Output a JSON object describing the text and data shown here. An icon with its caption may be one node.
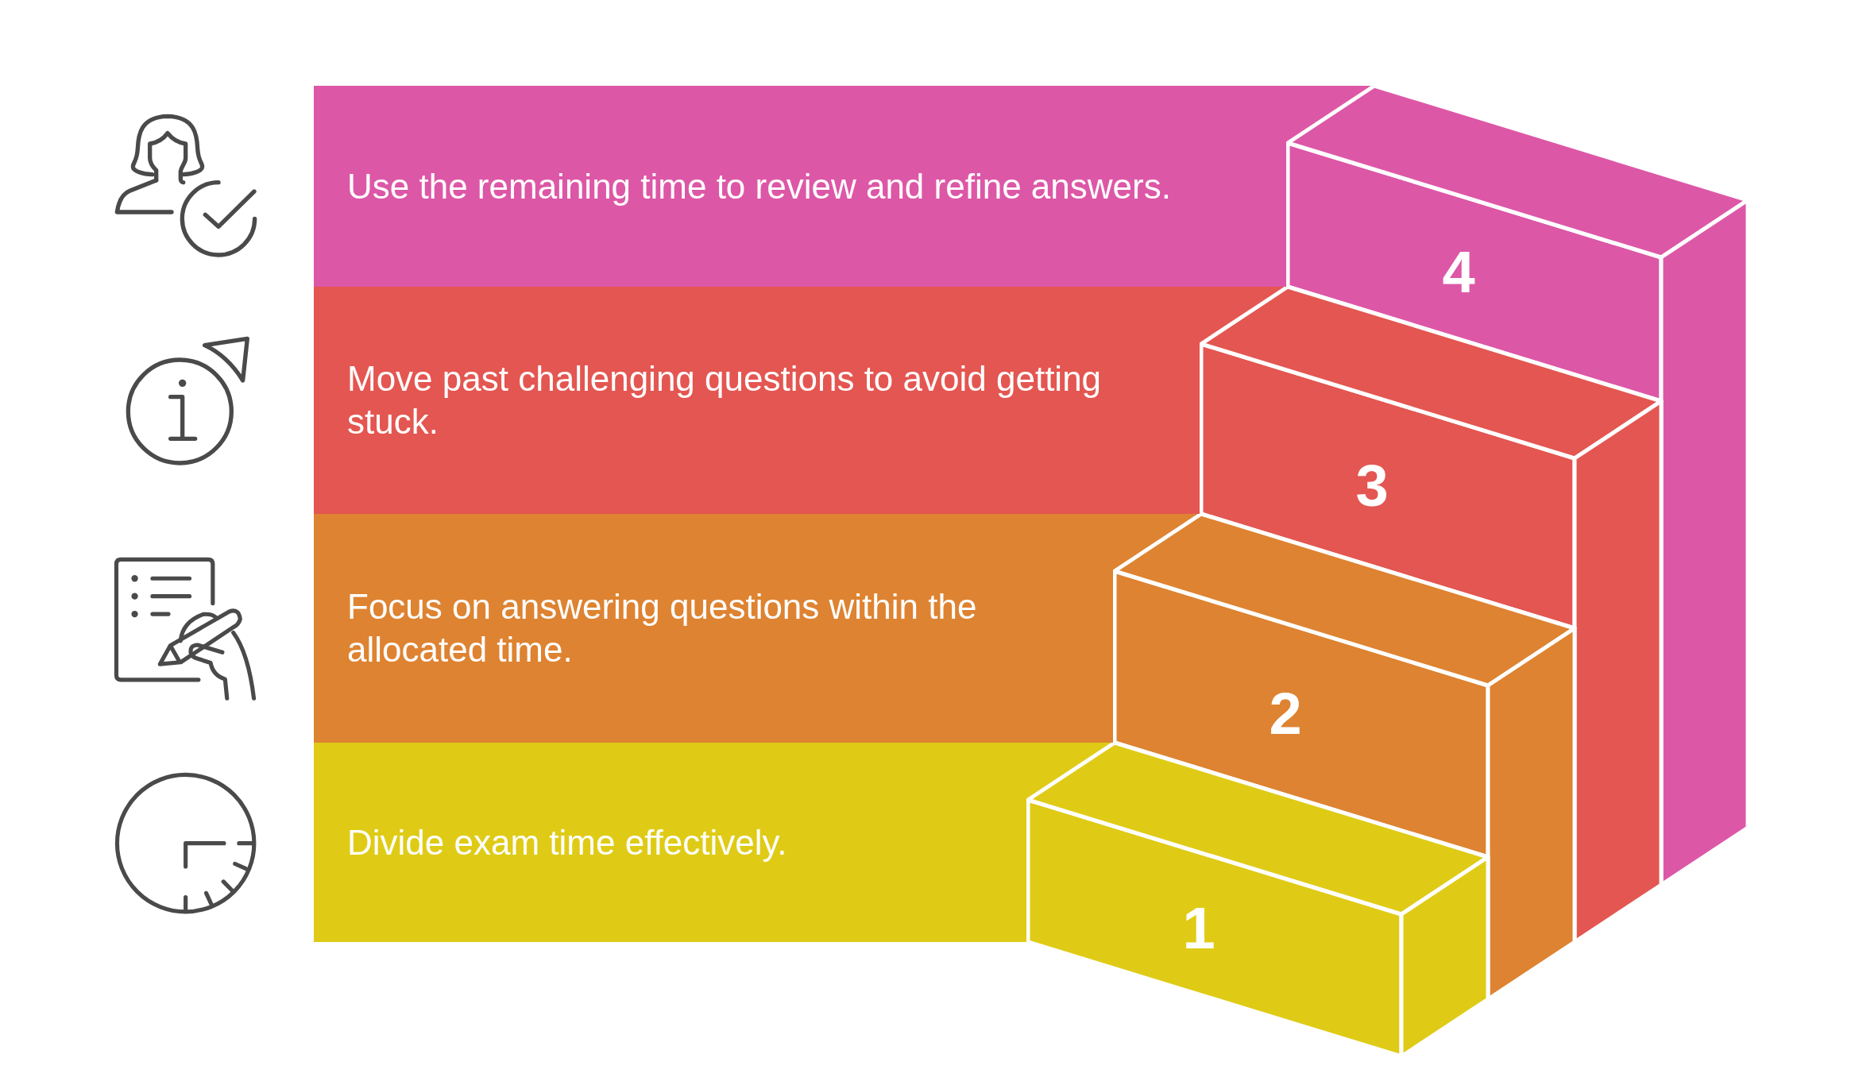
{
  "diagram": {
    "nodes": [
      {
        "text": [
          "Use the remaining time to review and refine answers."
        ]
      },
      {
        "text": [
          "4"
        ]
      },
      {
        "text": [
          "Move past challenging questions to avoid getting stuck."
        ]
      },
      {
        "text": [
          "3"
        ]
      },
      {
        "text": [
          "Focus on answering questions within the allocated time."
        ]
      },
      {
        "text": [
          "2"
        ]
      },
      {
        "text": [
          "Divide exam time effectively."
        ]
      },
      {
        "text": [
          "1"
        ]
      }
    ]
  }
}
